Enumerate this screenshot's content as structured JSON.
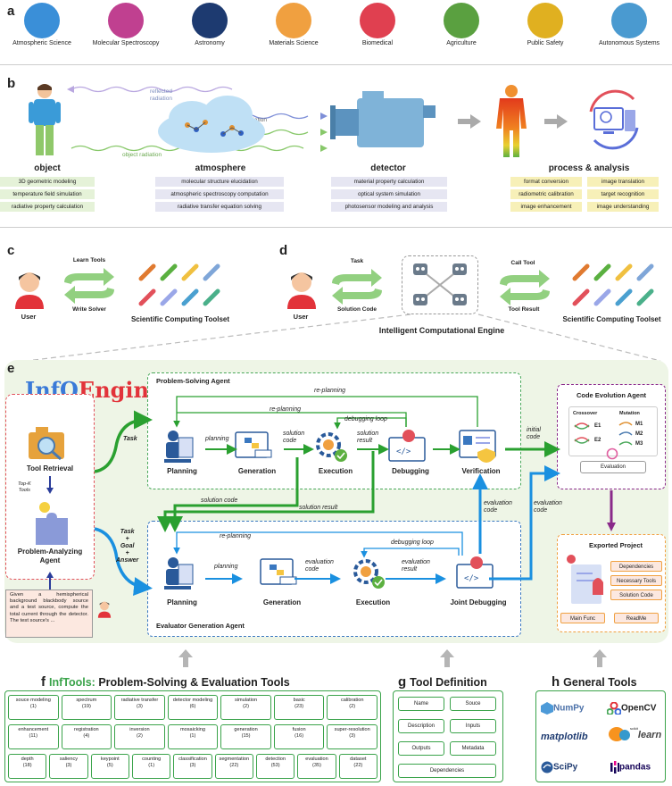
{
  "panel_a": {
    "label": "a",
    "domains": [
      {
        "name": "Atmospheric Science",
        "icon": "globe-icon",
        "color": "#3a8fd8"
      },
      {
        "name": "Molecular Spectroscopy",
        "icon": "spectrum-icon",
        "color": "#c04090"
      },
      {
        "name": "Astronomy",
        "icon": "galaxy-icon",
        "color": "#1d3a70"
      },
      {
        "name": "Materials Science",
        "icon": "hexagon-lattice-icon",
        "color": "#f0a040"
      },
      {
        "name": "Biomedical",
        "icon": "heart-icon",
        "color": "#e04050"
      },
      {
        "name": "Agriculture",
        "icon": "sprout-icon",
        "color": "#5aa040"
      },
      {
        "name": "Public Safety",
        "icon": "security-camera-icon",
        "color": "#e0b020"
      },
      {
        "name": "Autonomous Systems",
        "icon": "ai-car-icon",
        "color": "#4a9ad0"
      }
    ]
  },
  "panel_b": {
    "label": "b",
    "reflected_radiation": "reflected\nradiation",
    "air_radiation": "air radiation",
    "object_radiation": "object radiation",
    "object": {
      "title": "object",
      "tags": [
        "3D geometric modeling",
        "temperature field simulation",
        "radiative property calculation"
      ]
    },
    "atmosphere": {
      "title": "atmosphere",
      "tags": [
        "molecular structure elucidation",
        "atmospheric spectroscopy computation",
        "radiative transfer equation solving"
      ]
    },
    "detector": {
      "title": "detector",
      "tags": [
        "material property calculation",
        "optical system simulation",
        "photosensor modeling and analysis"
      ]
    },
    "process": {
      "title": "process & analysis",
      "tags_left": [
        "format conversion",
        "radiometric calibration",
        "image enhancement"
      ],
      "tags_right": [
        "image translation",
        "target recognition",
        "image understanding"
      ]
    }
  },
  "panel_c": {
    "label": "c",
    "learn_tools": "Learn Tools",
    "write_solver": "Write Solver",
    "user": "User",
    "toolset": "Scientific Computing Toolset"
  },
  "panel_d": {
    "label": "d",
    "task": "Task",
    "solution_code": "Solution Code",
    "call_tool": "Call Tool",
    "tool_result": "Tool Result",
    "user": "User",
    "toolset": "Scientific Computing Toolset",
    "engine": "Intelligent Computational Engine"
  },
  "panel_e": {
    "label": "e",
    "logo_left": "InfO",
    "logo_right": "Engine",
    "psa_title": "Problem-Solving Agent",
    "ega_title": "Evaluator Generation Agent",
    "cea_title": "Code Evolution Agent",
    "tool_retrieval": "Tool Retrieval",
    "topk": "Top-K\nTools",
    "problem_analyzing": "Problem-Analyzing\nAgent",
    "task": "Task",
    "task_goal_answer": "Task\n+\nGoal\n+\nAnswer",
    "problem_text": "Given a hemispherical background blackbody source and a test source, compute the total current through the detector. The test source's ...",
    "re_planning": "re-planning",
    "planning": "planning",
    "solution_code": "solution code",
    "solution_result": "solution result",
    "debugging_loop": "debugging loop",
    "initial_code": "initial code",
    "evaluation_code": "evaluation code",
    "evaluation_result": "evaluation result",
    "psa_steps": [
      "Planning",
      "Generation",
      "Execution",
      "Debugging",
      "Verification"
    ],
    "ega_steps": [
      "Planning",
      "Generation",
      "Execution",
      "Joint Debugging"
    ],
    "crossover": "Crossover",
    "mutation": "Mutation",
    "e1": "E1",
    "e2": "E2",
    "m1": "M1",
    "m2": "M2",
    "m3": "M3",
    "evaluation": "Evaluation",
    "exported_title": "Exported Project",
    "exported_items": [
      "Dependencies",
      "Necessary Tools",
      "Solution Code"
    ],
    "main_func": "Main Func",
    "readme": "ReadMe"
  },
  "panel_f": {
    "label": "f",
    "title_green": "InfTools:",
    "title_rest": " Problem-Solving & Evaluation Tools",
    "rows": [
      [
        {
          "n": "souce modeling",
          "c": "(1)"
        },
        {
          "n": "spectrum",
          "c": "(19)"
        },
        {
          "n": "radiative transfer",
          "c": "(3)"
        },
        {
          "n": "detector modeling",
          "c": "(6)"
        },
        {
          "n": "simulation",
          "c": "(2)"
        },
        {
          "n": "basic",
          "c": "(23)"
        },
        {
          "n": "calibration",
          "c": "(2)"
        }
      ],
      [
        {
          "n": "enhancement",
          "c": "(11)"
        },
        {
          "n": "registration",
          "c": "(4)"
        },
        {
          "n": "inversion",
          "c": "(2)"
        },
        {
          "n": "mosaicking",
          "c": "(1)"
        },
        {
          "n": "generation",
          "c": "(15)"
        },
        {
          "n": "fusion",
          "c": "(16)"
        },
        {
          "n": "super-resolution",
          "c": "(3)"
        }
      ],
      [
        {
          "n": "depth",
          "c": "(18)"
        },
        {
          "n": "saliency",
          "c": "(3)"
        },
        {
          "n": "keypoint",
          "c": "(5)"
        },
        {
          "n": "counting",
          "c": "(1)"
        },
        {
          "n": "classification",
          "c": "(3)"
        },
        {
          "n": "segmentation",
          "c": "(22)"
        },
        {
          "n": "detection",
          "c": "(53)"
        },
        {
          "n": "evaluation",
          "c": "(35)"
        },
        {
          "n": "dataset",
          "c": "(22)"
        }
      ]
    ]
  },
  "panel_g": {
    "label": "g",
    "title": "Tool Definition",
    "cells": [
      "Name",
      "Souce",
      "Description",
      "Inputs",
      "Outputs",
      "Metadata"
    ],
    "wide": "Dependencies"
  },
  "panel_h": {
    "label": "h",
    "title": "General Tools",
    "logos": [
      "NumPy",
      "OpenCV",
      "matplotlib",
      "learn",
      "SciPy",
      "pandas"
    ],
    "sklearn_small": "scikit"
  }
}
